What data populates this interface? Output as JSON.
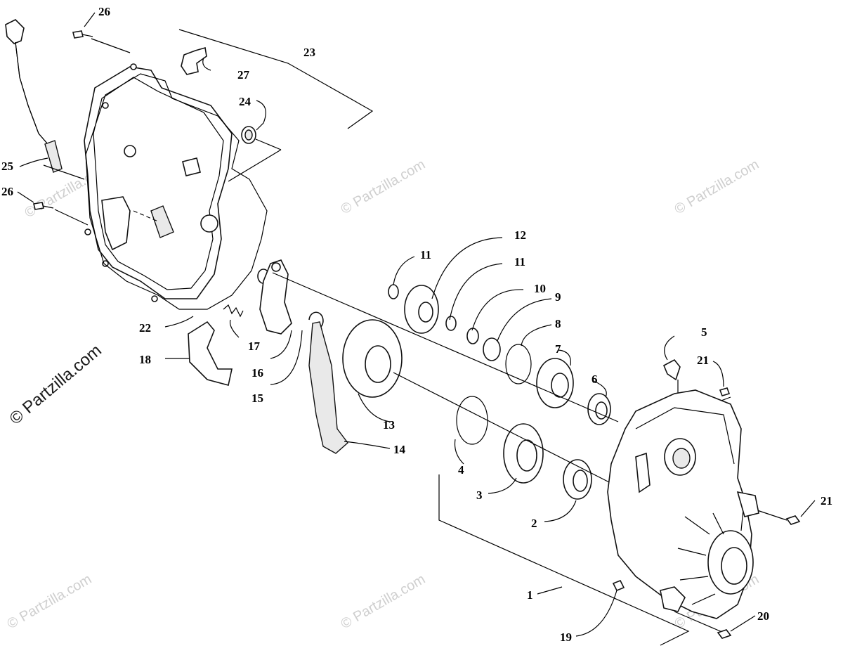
{
  "watermarks": {
    "small": "© Partzilla.com",
    "big": "© Partzilla.com"
  },
  "callouts": [
    "26",
    "27",
    "23",
    "24",
    "25",
    "26",
    "22",
    "17",
    "16",
    "18",
    "15",
    "14",
    "13",
    "11",
    "12",
    "11",
    "10",
    "9",
    "8",
    "7",
    "6",
    "5",
    "21",
    "21",
    "4",
    "3",
    "2",
    "1",
    "19",
    "20"
  ]
}
